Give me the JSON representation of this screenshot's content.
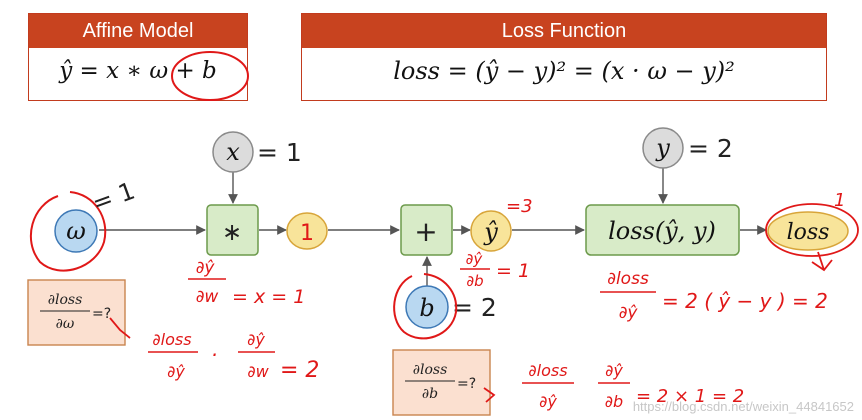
{
  "affine": {
    "header": "Affine Model",
    "formula_main": "ŷ = x ∗ ω ",
    "formula_bias": "+ b"
  },
  "loss_fn": {
    "header": "Loss Function",
    "formula": "loss = (ŷ − y)² = (x · ω − y)²"
  },
  "nodes": {
    "x": "x",
    "x_value": "= 1",
    "y": "y",
    "y_value": "= 2",
    "w": "ω",
    "w_value": "= 1",
    "b": "b",
    "b_value": "= 2",
    "mul": "∗",
    "mul_out": "1",
    "add": "+",
    "add_out": "ŷ",
    "add_out_value": "=3",
    "loss_node": "loss(ŷ, y)",
    "loss_out": "loss",
    "loss_out_value": "1"
  },
  "grad_boxes": {
    "w_num": "∂loss",
    "w_den": "∂ω",
    "w_q": "=?",
    "b_num": "∂loss",
    "b_den": "∂b",
    "b_q": "=?"
  },
  "handwriting": {
    "dyhat_dw": {
      "num": "∂ŷ",
      "den": "∂w",
      "rest": "= x = 1"
    },
    "dyhat_db": {
      "num": "∂ŷ",
      "den": "∂b",
      "rest": "= 1"
    },
    "dloss_dyhat": {
      "num": "∂loss",
      "den": "∂ŷ",
      "rest": "= 2 ( ŷ − y ) = 2"
    },
    "chain_w": {
      "num1": "∂loss",
      "den1": "∂ŷ",
      "dot": "·",
      "num2": "∂ŷ",
      "den2": "∂w",
      "rest": "= 2"
    },
    "chain_b": {
      "num1": "∂loss",
      "den1": "∂ŷ",
      "num2": "∂ŷ",
      "den2": "∂b",
      "rest": "= 2 × 1 = 2"
    }
  },
  "watermark": "https://blog.csdn.net/weixin_44841652",
  "colors": {
    "header_red": "#c8431f",
    "op_fill": "#d8ebc8",
    "op_stroke": "#6c9a4b",
    "out_fill": "#f8e49a",
    "out_stroke": "#d8a53a",
    "param_fill": "#b9d8f1",
    "param_stroke": "#3e79b6",
    "var_fill": "#dcdcdc",
    "var_stroke": "#8a8a8a",
    "grad_fill": "#fbe0d0",
    "grad_stroke": "#c9844e",
    "ink": "#e01818"
  }
}
